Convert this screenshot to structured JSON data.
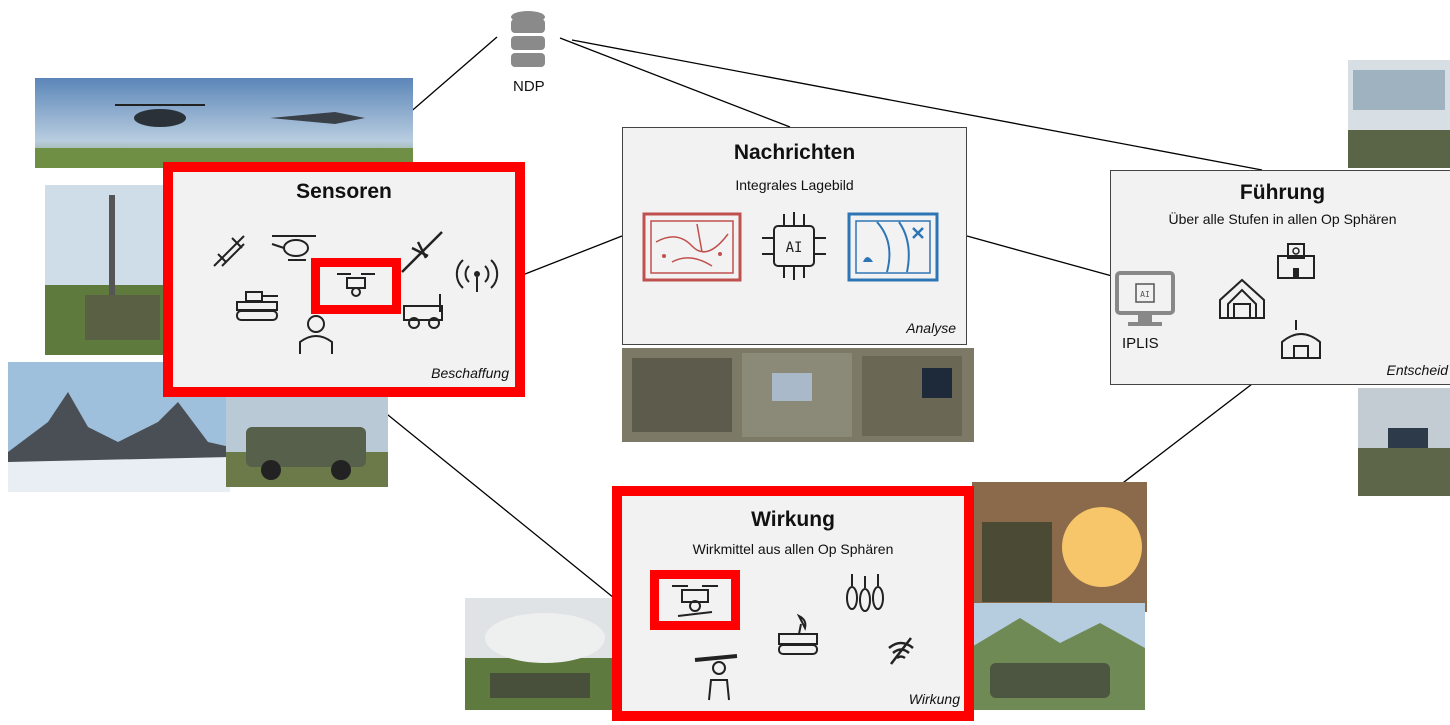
{
  "hub": {
    "label": "NDP",
    "icon": "database-icon"
  },
  "sensoren": {
    "title": "Sensoren",
    "footer": "Beschaffung",
    "icons": [
      "fighter-jet-icon",
      "helicopter-icon",
      "drone-icon",
      "aircraft-icon",
      "radio-signal-icon",
      "tank-icon",
      "soldier-icon",
      "military-vehicle-icon"
    ]
  },
  "nachrichten": {
    "title": "Nachrichten",
    "subtitle": "Integrales Lagebild",
    "footer": "Analyse",
    "icons": [
      "tactical-map-icon",
      "ai-chip-icon",
      "terrain-map-icon"
    ]
  },
  "fuehrung": {
    "title": "Führung",
    "subtitle": "Über alle Stufen in allen Op Sphären",
    "footer": "Entscheid",
    "monitor_label": "IPLIS",
    "icons": [
      "ai-monitor-icon",
      "bunker-icon",
      "headquarters-building-icon",
      "command-post-icon"
    ]
  },
  "wirkung": {
    "title": "Wirkung",
    "subtitle": "Wirkmittel aus allen Op Sphären",
    "footer": "Wirkung",
    "icons": [
      "armed-drone-icon",
      "rocket-soldier-icon",
      "radar-vehicle-icon",
      "munitions-icon",
      "jamming-icon"
    ]
  },
  "colors": {
    "highlight": "#ff0000",
    "box_fill": "#f2f2f2",
    "map_red": "#c0504d",
    "map_blue": "#2e75b6"
  }
}
